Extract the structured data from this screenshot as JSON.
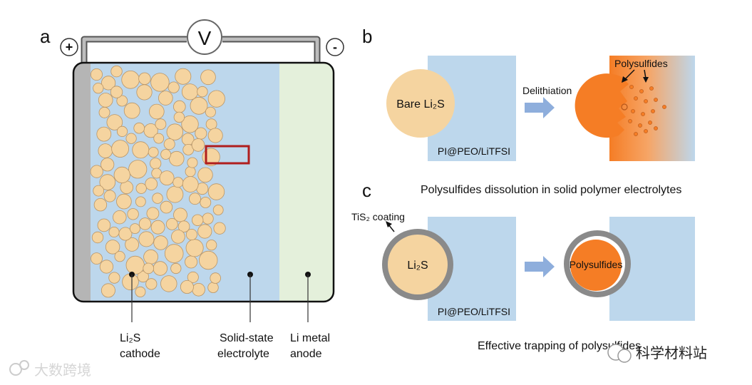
{
  "panels": {
    "a": {
      "letter": "a",
      "voltmeter": "V",
      "plus": "+",
      "minus": "-",
      "labels": {
        "cathode_line1": "Li₂S",
        "cathode_line2": "cathode",
        "electrolyte_line1": "Solid-state",
        "electrolyte_line2": "electrolyte",
        "anode_line1": "Li metal",
        "anode_line2": "anode"
      }
    },
    "b": {
      "letter": "b",
      "particle_label": "Bare Li₂S",
      "electrolyte_label": "PI@PEO/LiTFSI",
      "arrow_label": "Delithiation",
      "species_label": "Polysulfides",
      "caption": "Polysulfides dissolution in solid polymer electrolytes"
    },
    "c": {
      "letter": "c",
      "coating_label": "TiS₂ coating",
      "particle_label": "Li₂S",
      "electrolyte_label": "PI@PEO/LiTFSI",
      "trapped_label": "Polysulfides",
      "caption": "Effective trapping of polysulfides"
    }
  },
  "watermarks": {
    "left": "大数跨境",
    "right": "科学材料站"
  },
  "colors": {
    "particle_fill": "#f5d4a0",
    "particle_stroke": "#b99566",
    "electrolyte": "#bdd7ec",
    "anode": "#e4f0db",
    "collector": "#b5b5b5",
    "polysulfide": "#f57d25",
    "highlight_box": "#b01e1e",
    "coating": "#8a8a8a",
    "arrow": "#8eaedc"
  }
}
